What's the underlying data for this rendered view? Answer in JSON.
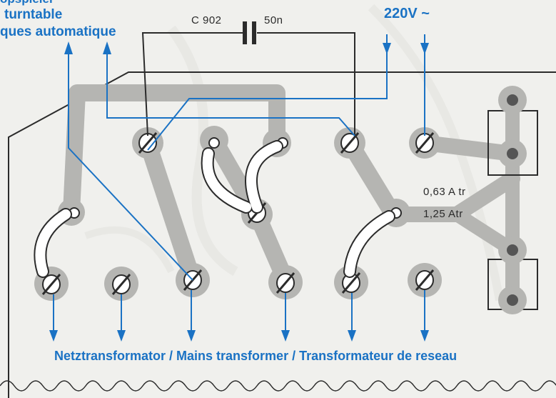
{
  "labels": {
    "top_left_line1": "opspieler",
    "top_left_line2": "turntable",
    "top_left_line3": "ques automatique",
    "capacitor_name": "C 902",
    "capacitor_value": "50n",
    "mains_voltage": "220V ~",
    "fuse_rating_1": "0,63 A tr",
    "fuse_rating_2": "1,25 Atr",
    "bottom_caption": "Netztransformator / Mains transformer / Transformateur de reseau"
  },
  "colors": {
    "accent_blue": "#1a72c4",
    "trace_gray": "#b3b3b3",
    "background": "#f2f2ef",
    "ink": "#2b2b2b"
  }
}
